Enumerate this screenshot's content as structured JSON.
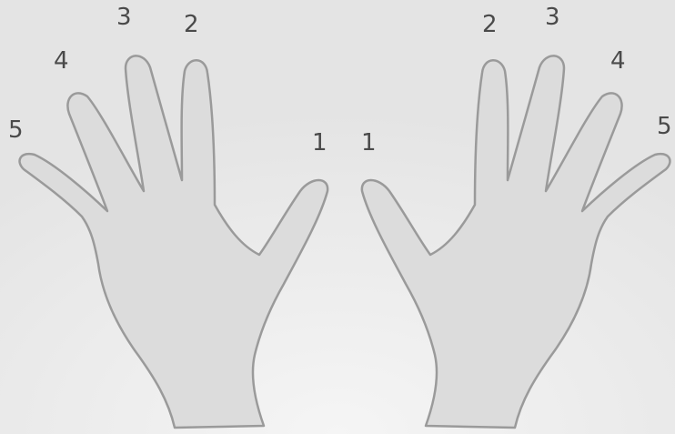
{
  "left_hand": {
    "finger_labels": [
      "1",
      "2",
      "3",
      "4",
      "5"
    ]
  },
  "right_hand": {
    "finger_labels": [
      "1",
      "2",
      "3",
      "4",
      "5"
    ]
  },
  "colors": {
    "background": "#e9e9e9",
    "hand_fill": "#dcdcdc",
    "hand_outline": "#9a9a9a",
    "label_text": "#4a4a4a"
  }
}
